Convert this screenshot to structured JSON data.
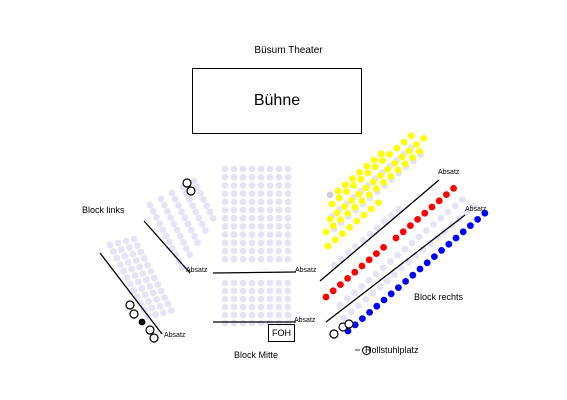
{
  "venue": {
    "title": "Büsum Theater",
    "stage_label": "Bühne"
  },
  "blocks": {
    "left": "Block links",
    "middle": "Block Mitte",
    "right": "Block rechts"
  },
  "markers": {
    "absatz": "Absatz",
    "foh": "FOH",
    "wheelchair": "Rollstuhlplatz"
  },
  "legend": {
    "wheelchair_icon": "wheelchair-icon"
  },
  "colors": {
    "available": "#e4e4f6",
    "yellow": "#ffff00",
    "red": "#ff0000",
    "blue": "#0000ff",
    "black": "#000000",
    "grey": "#cfcfcf"
  },
  "seat_status": [
    "available",
    "yellow",
    "red",
    "blue",
    "wheelchair-open",
    "wheelchair-taken"
  ]
}
